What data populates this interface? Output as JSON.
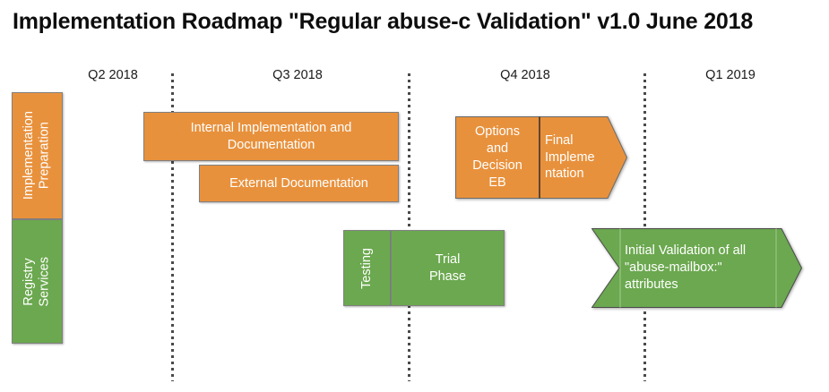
{
  "title": "Implementation Roadmap \"Regular abuse-c Validation\" v1.0  June 2018",
  "colors": {
    "orange": "#E8913C",
    "green": "#6BA84F",
    "divider": "#4a4a4a",
    "text_on_fill": "#FFFFFF",
    "title_text": "#0D0D0D"
  },
  "timeline": {
    "quarters": [
      {
        "label": "Q2 2018"
      },
      {
        "label": "Q3 2018"
      },
      {
        "label": "Q4 2018"
      },
      {
        "label": "Q1 2019"
      }
    ]
  },
  "swimlanes": [
    {
      "name": "implementation-preparation",
      "label": "Implementation\nPreparation",
      "color": "#E8913C"
    },
    {
      "name": "registry-services",
      "label": "Registry\nServices",
      "color": "#6BA84F"
    }
  ],
  "tasks": {
    "internal_implementation": "Internal Implementation and Documentation",
    "external_documentation": "External Documentation",
    "options_and_decision": "Options\nand\nDecision\nEB",
    "final_implementation": "Final\nImpleme\nntation",
    "testing": "Testing",
    "trial_phase": "Trial\nPhase",
    "initial_validation": "Initial Validation of all\n\"abuse-mailbox:\"\nattributes"
  }
}
